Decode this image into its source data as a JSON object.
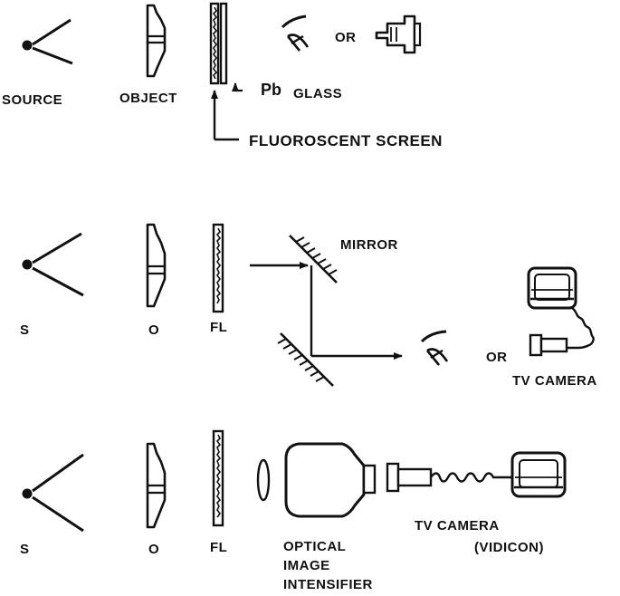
{
  "colors": {
    "ink": "#111111",
    "background": "#ffffff"
  },
  "panel1": {
    "source": "SOURCE",
    "object": "OBJECT",
    "pb": "Pb",
    "glass": "GLASS",
    "or": "OR",
    "fluoroscent_screen": "FLUOROSCENT  SCREEN"
  },
  "panel2": {
    "s": "S",
    "o": "O",
    "fl": "FL",
    "mirror": "MIRROR",
    "or": "OR",
    "tv_camera": "TV CAMERA"
  },
  "panel3": {
    "s": "S",
    "o": "O",
    "fl": "FL",
    "optical": "OPTICAL",
    "image": "IMAGE",
    "intensifier": "INTENSIFIER",
    "tv_camera": "TV  CAMERA",
    "vidicon": "(VIDICON)"
  },
  "icons": [
    "source-icon",
    "object-icon",
    "fluorescent-screen-icon",
    "eye-icon",
    "camera-icon",
    "mirror-icon",
    "tv-monitor-icon",
    "lens-icon",
    "image-intensifier-icon"
  ]
}
